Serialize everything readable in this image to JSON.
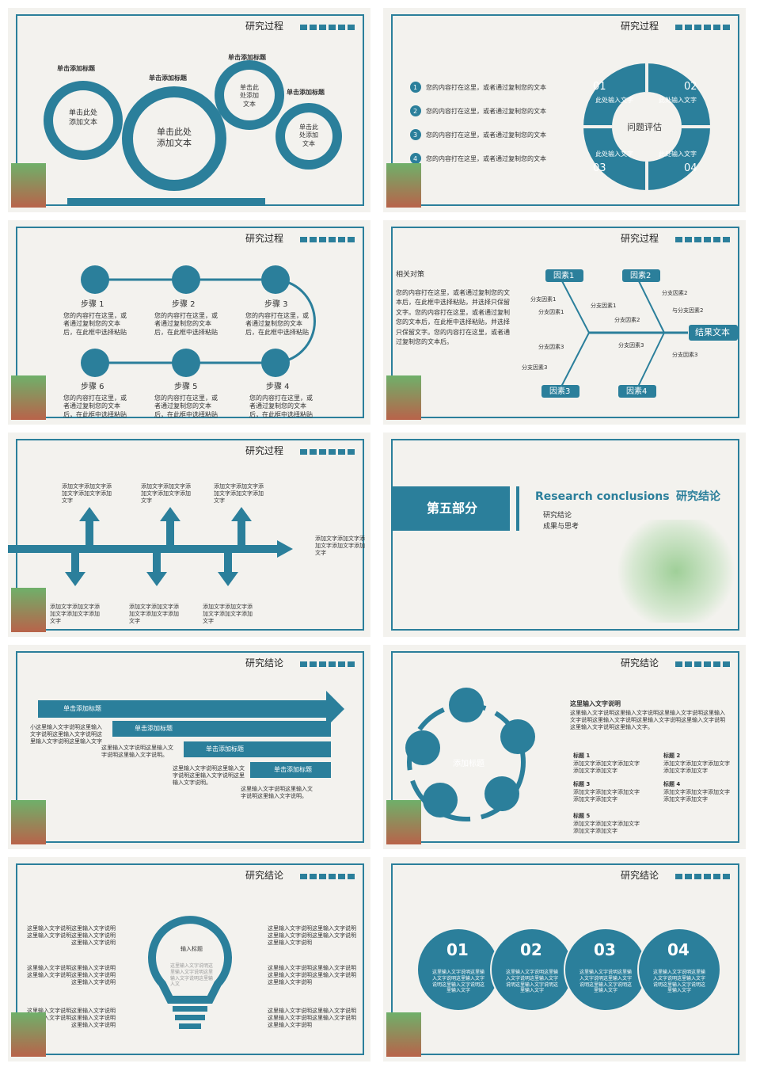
{
  "colors": {
    "accent": "#2b7f9b",
    "bg": "#f3f2ee",
    "text": "#333333"
  },
  "common": {
    "title_process": "研究过程",
    "title_conclusion": "研究结论"
  },
  "s1": {
    "labels": [
      "单击添加标题",
      "单击添加标题",
      "单击添加标题",
      "单击添加标题"
    ],
    "gears": [
      "单击此处\n添加文本",
      "单击此处\n添加文本",
      "单击此\n处添加\n文本",
      "单击此\n处添加\n文本"
    ]
  },
  "s2": {
    "items": [
      "您的内容打在这里，或者通过复制您的文本",
      "您的内容打在这里，或者通过复制您的文本",
      "您的内容打在这里，或者通过复制您的文本",
      "您的内容打在这里，或者通过复制您的文本"
    ],
    "nums": [
      "1",
      "2",
      "3",
      "4"
    ],
    "center": "问题评估",
    "seg_nums": [
      "01",
      "02",
      "03",
      "04"
    ],
    "seg_text": "此处输入文字"
  },
  "s3": {
    "steps": [
      "步骤 1",
      "步骤 2",
      "步骤 3",
      "步骤 4",
      "步骤 5",
      "步骤 6"
    ],
    "desc": "您的内容打在这里，或者通过复制您的文本后，在此框中选择粘贴"
  },
  "s4": {
    "heading": "相关对策",
    "para": "您的内容打在这里，或者通过复制您的文本后，在此框中选择粘贴，并选择只保留文字。您的内容打在这里，或者通过复制您的文本后，在此框中选择粘贴，并选择只保留文字。您的内容打在这里，或者通过复制您的文本后。",
    "factors": [
      "因素1",
      "因素2",
      "因素3",
      "因素4"
    ],
    "result": "结果文本",
    "sub": [
      "分支因素1",
      "分支因素1",
      "分支因素1",
      "分支因素2",
      "分支因素2",
      "与分支因素2",
      "分支因素3",
      "分支因素3",
      "分支因素3",
      "分支因素3"
    ]
  },
  "s5": {
    "text": "添加文字添加文字添加文字添加文字添加文字"
  },
  "s6": {
    "part": "第五部分",
    "en": "Research conclusions",
    "cn": "研究结论",
    "items": [
      "研究结论",
      "成果与思考"
    ]
  },
  "s7": {
    "titles": [
      "单击添加标题",
      "单击添加标题",
      "单击添加标题",
      "单击添加标题"
    ],
    "desc": [
      "小这里输入文字说明这里输入文字说明这里输入文字说明这里输入文字说明这里输入文字",
      "这里输入文字说明这里输入文字说明这里输入文字说明。",
      "这里输入文字说明这里输入文字说明这里输入文字说明这里输入文字说明。",
      "这里输入文字说明这里输入文字说明这里输入文字说明。"
    ]
  },
  "s8": {
    "center": "添加标题",
    "head": "这里输入文字说明",
    "para": "这里输入文字说明这里输入文字说明这里输入文字说明这里输入文字说明这里输入文字说明这里输入文字说明这里输入文字说明这里输入文字说明这里输入文字。",
    "labels": [
      "标题 1",
      "标题 2",
      "标题 3",
      "标题 4",
      "标题 5"
    ],
    "ltext": "添加文字添加文字添加文字添加文字添加文字"
  },
  "s9": {
    "bulb": "输入标题",
    "bulb_text": "这里输入文字说明这里输入文字说明这里输入文字说明这里输入文",
    "text": "这里输入文字说明这里输入文字说明这里输入文字说明这里输入文字说明这里输入文字说明"
  },
  "s10": {
    "nums": [
      "01",
      "02",
      "03",
      "04"
    ],
    "text": "这里输入文字说明这里输入文字说明这里输入文字说明这里输入文字说明这里输入文字"
  }
}
